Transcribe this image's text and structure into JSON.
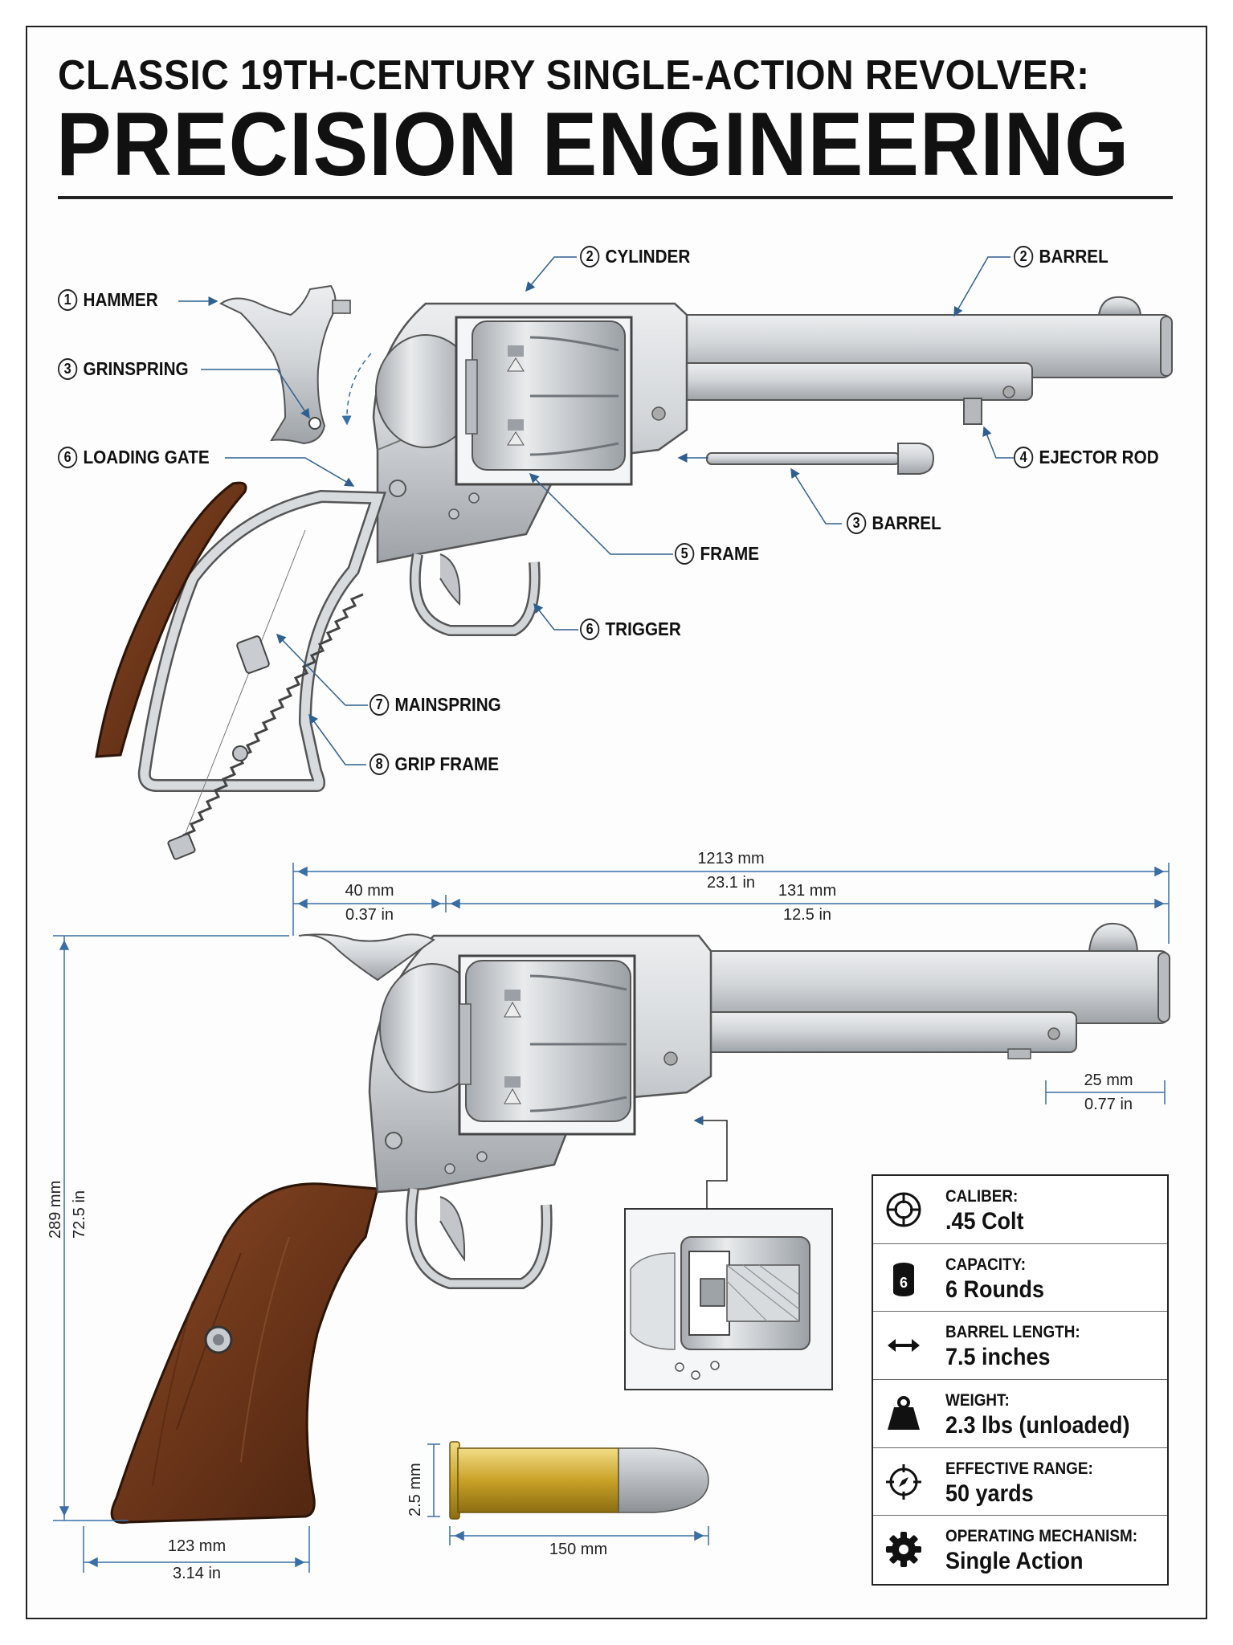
{
  "title": {
    "line1": "CLASSIC 19TH-CENTURY SINGLE-ACTION REVOLVER:",
    "line2": "PRECISION ENGINEERING"
  },
  "callouts": [
    {
      "num": "1",
      "label": "HAMMER"
    },
    {
      "num": "2",
      "label": "CYLINDER"
    },
    {
      "num": "2",
      "label": "BARREL"
    },
    {
      "num": "3",
      "label": "GRINSPRING"
    },
    {
      "num": "6",
      "label": "LOADING GATE"
    },
    {
      "num": "4",
      "label": "EJECTOR ROD"
    },
    {
      "num": "3",
      "label": "BARREL"
    },
    {
      "num": "5",
      "label": "FRAME"
    },
    {
      "num": "6",
      "label": "TRIGGER"
    },
    {
      "num": "7",
      "label": "MAINSPRING"
    },
    {
      "num": "8",
      "label": "GRIP FRAME"
    }
  ],
  "dimensions": {
    "overall": {
      "mm": "1213 mm",
      "in": "23.1 in"
    },
    "rear": {
      "mm": "40 mm",
      "in": "0.37 in"
    },
    "front": {
      "mm": "131 mm",
      "in": "12.5 in"
    },
    "muzzle": {
      "mm": "25 mm",
      "in": "0.77 in"
    },
    "height": {
      "mm": "289 mm",
      "in": "72.5 in"
    },
    "grip": {
      "mm": "123 mm",
      "in": "3.14 in"
    },
    "cartridge_dia": {
      "mm": "2.5 mm"
    },
    "cartridge_len": {
      "mm": "150 mm"
    }
  },
  "specs": [
    {
      "label": "CALIBER:",
      "value": ".45 Colt",
      "icon": "crosshair-icon"
    },
    {
      "label": "CAPACITY:",
      "value": "6 Rounds",
      "icon": "cartridge-6-icon",
      "badge": "6"
    },
    {
      "label": "BARREL LENGTH:",
      "value": "7.5 inches",
      "icon": "double-arrow-icon"
    },
    {
      "label": "WEIGHT:",
      "value": "2.3 lbs (unloaded)",
      "icon": "weight-icon"
    },
    {
      "label": "EFFECTIVE RANGE:",
      "value": "50 yards",
      "icon": "target-compass-icon"
    },
    {
      "label": "OPERATING MECHANISM:",
      "value": "Single Action",
      "icon": "gear-icon"
    }
  ],
  "colors": {
    "steel": "#c9ccd0",
    "steel_dark": "#8d9297",
    "wood": "#6b3519",
    "brass": "#c9a227",
    "leader": "#2f5f8f"
  }
}
